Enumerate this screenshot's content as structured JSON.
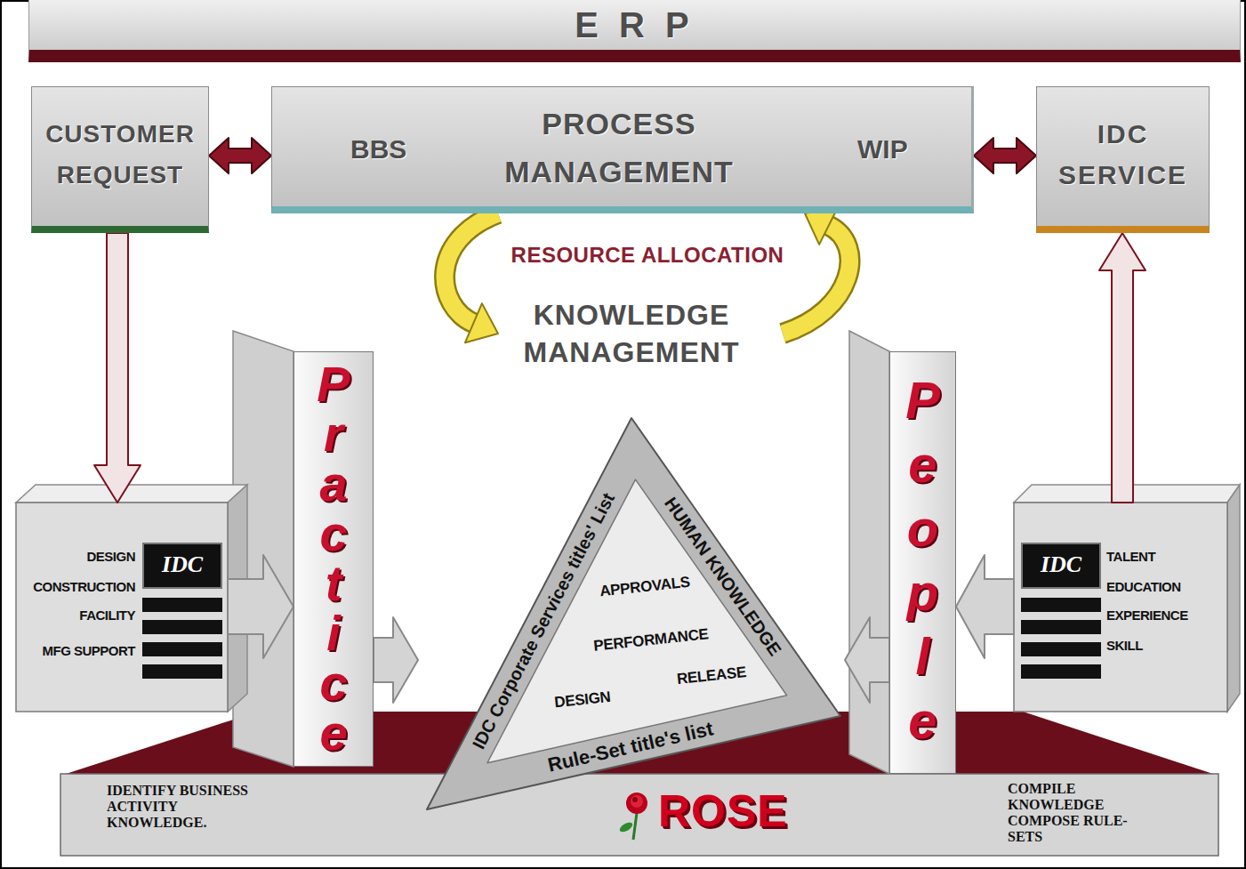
{
  "diagram": {
    "nodes": [
      {
        "text": [
          "E R P"
        ]
      },
      {
        "text": [
          "CUSTOMER REQUEST"
        ]
      },
      {
        "text": [
          "PROCESS MANAGEMENT",
          "BBS",
          "WIP"
        ]
      },
      {
        "text": [
          "IDC SERVICE"
        ]
      },
      {
        "text": [
          "DESIGN",
          "CONSTRUCTION",
          "FACILITY",
          "MFG SUPPORT"
        ]
      },
      {
        "text": [
          "IDC"
        ],
        "in": 4
      },
      {
        "text": [
          "Practice"
        ]
      },
      {
        "text": [
          "KNOWLEDGE MANAGEMENT",
          "IDC Corporate Services titles' List",
          "HUMAN KNOWLEDGE",
          "APPROVALS",
          "PERFORMANCE",
          "DESIGN",
          "RELEASE",
          "Rule-Set title's list"
        ]
      },
      {
        "text": [
          "People"
        ]
      },
      {
        "text": [
          "TALENT",
          "EDUCATION",
          "EXPERIENCE",
          "SKILL"
        ]
      },
      {
        "text": [
          "IDC"
        ],
        "in": 9
      },
      {
        "text": [
          "IDENTIFY BUSINESS ACTIVITY KNOWLEDGE.",
          "ROSE",
          "COMPILE KNOWLEDGE COMPOSE RULE-SETS"
        ]
      }
    ],
    "edges": [
      {
        "from": 1,
        "to": 2,
        "arrow": "both"
      },
      {
        "from": 2,
        "to": 3,
        "arrow": "both"
      },
      {
        "from": 1,
        "to": 4,
        "arrow": "to"
      },
      {
        "from": 9,
        "to": 3,
        "arrow": "to"
      },
      {
        "from": 4,
        "to": 6,
        "arrow": "to"
      },
      {
        "from": 6,
        "to": 7,
        "arrow": "to"
      },
      {
        "from": 9,
        "to": 8,
        "arrow": "to"
      },
      {
        "from": 8,
        "to": 7,
        "arrow": "to"
      },
      {
        "from": 2,
        "to": 7,
        "arrow": "to"
      },
      {
        "from": 7,
        "to": 2,
        "arrow": "to"
      }
    ],
    "labels": [
      "RESOURCE ALLOCATION"
    ]
  }
}
